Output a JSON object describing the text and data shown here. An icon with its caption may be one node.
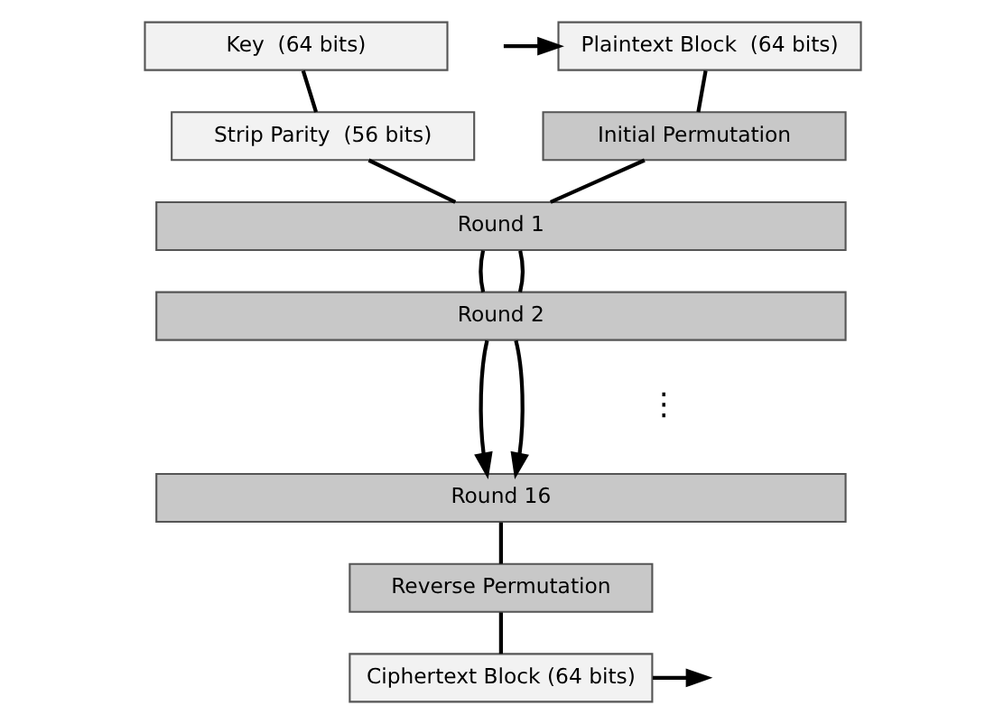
{
  "diagram": {
    "nodes": [
      {
        "text": [
          "Plaintext Block  (64 bits)"
        ]
      },
      {
        "text": [
          "Key  (64 bits)"
        ]
      },
      {
        "text": [
          "Initial Permutation"
        ]
      },
      {
        "text": [
          "Strip Parity  (56 bits)"
        ]
      },
      {
        "text": [
          "Round 1"
        ]
      },
      {
        "text": [
          "Round 2"
        ]
      },
      {
        "text": [
          "Round 16"
        ]
      },
      {
        "text": [
          "Reverse Permutation"
        ]
      },
      {
        "text": [
          "Ciphertext Block (64 bits)"
        ]
      }
    ],
    "edges": [
      {
        "from": null,
        "to": 0,
        "arrow": "to"
      },
      {
        "from": 0,
        "to": 2,
        "arrow": "none"
      },
      {
        "from": 1,
        "to": 3,
        "arrow": "none"
      },
      {
        "from": 2,
        "to": 4,
        "arrow": "none"
      },
      {
        "from": 3,
        "to": 4,
        "arrow": "none"
      },
      {
        "from": 4,
        "to": 5,
        "arrow": "none"
      },
      {
        "from": 4,
        "to": 5,
        "arrow": "none"
      },
      {
        "from": 5,
        "to": 6,
        "arrow": "to"
      },
      {
        "from": 5,
        "to": 6,
        "arrow": "to"
      },
      {
        "from": 6,
        "to": 7,
        "arrow": "none"
      },
      {
        "from": 7,
        "to": 8,
        "arrow": "none"
      },
      {
        "from": 8,
        "to": null,
        "arrow": "to"
      }
    ],
    "labels": [
      "⋮"
    ]
  }
}
